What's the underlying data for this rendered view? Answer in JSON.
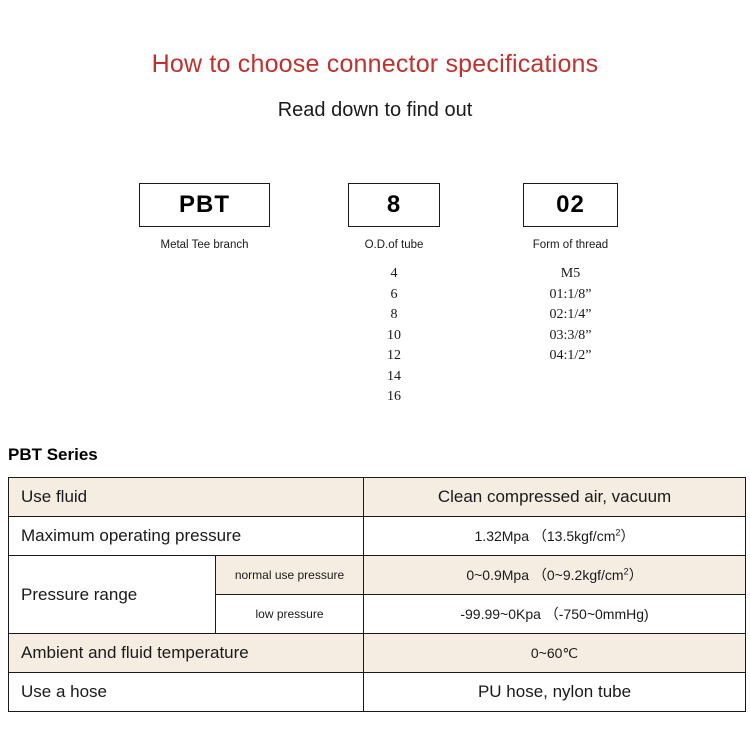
{
  "header": {
    "title": "How to choose connector specifications",
    "subtitle": "Read down to find out"
  },
  "accent_colors": {
    "title_red": "#c0302c",
    "table_beige": "#f5ece2",
    "border_black": "#1a1a1a",
    "page_background": "#ffffff"
  },
  "code_breakdown": {
    "columns": [
      {
        "code": "PBT",
        "caption": "Metal Tee branch",
        "options": []
      },
      {
        "code": "8",
        "caption": "O.D.of tube",
        "options": [
          "4",
          "6",
          "8",
          "10",
          "12",
          "14",
          "16"
        ]
      },
      {
        "code": "02",
        "caption": "Form of thread",
        "options": [
          "M5",
          "01:1/8”",
          "02:1/4”",
          "03:3/8”",
          "04:1/2”"
        ]
      }
    ]
  },
  "series": {
    "heading": "PBT Series",
    "rows": [
      {
        "label": "Use fluid",
        "sublabel": null,
        "value": "Clean compressed air, vacuum"
      },
      {
        "label": "Maximum operating pressure",
        "sublabel": null,
        "value_prefix": "1.32Mpa （13.5kgf/cm",
        "value_sup": "2",
        "value_suffix": "）"
      },
      {
        "label": "Pressure range",
        "sublabel": "normal use pressure",
        "value_prefix": "0~0.9Mpa （0~9.2kgf/cm",
        "value_sup": "2",
        "value_suffix": "）"
      },
      {
        "label": "",
        "sublabel": "low pressure",
        "value": "-99.99~0Kpa （-750~0mmHg)"
      },
      {
        "label": "Ambient and fluid temperature",
        "sublabel": null,
        "value": "0~60℃"
      },
      {
        "label": "Use a hose",
        "sublabel": null,
        "value": "PU hose, nylon tube"
      }
    ]
  }
}
